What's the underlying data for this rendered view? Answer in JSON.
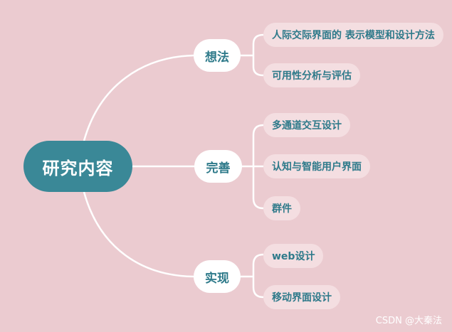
{
  "mindmap": {
    "root": {
      "label": "研究内容"
    },
    "branches": [
      {
        "label": "想法",
        "children": [
          {
            "label": "人际交际界面的 表示模型和设计方法"
          },
          {
            "label": "可用性分析与评估"
          }
        ]
      },
      {
        "label": "完善",
        "children": [
          {
            "label": "多通道交互设计"
          },
          {
            "label": "认知与智能用户界面"
          },
          {
            "label": "群件"
          }
        ]
      },
      {
        "label": "实现",
        "children": [
          {
            "label": "web设计"
          },
          {
            "label": "移动界面设计"
          }
        ]
      }
    ]
  },
  "colors": {
    "background": "#EBCBD0",
    "root_fill": "#3A8897",
    "node_text": "#2E7A8A",
    "leaf_fill": "#F4DEE1",
    "connector": "#FFFFFF"
  },
  "watermark": "CSDN @大秦法"
}
